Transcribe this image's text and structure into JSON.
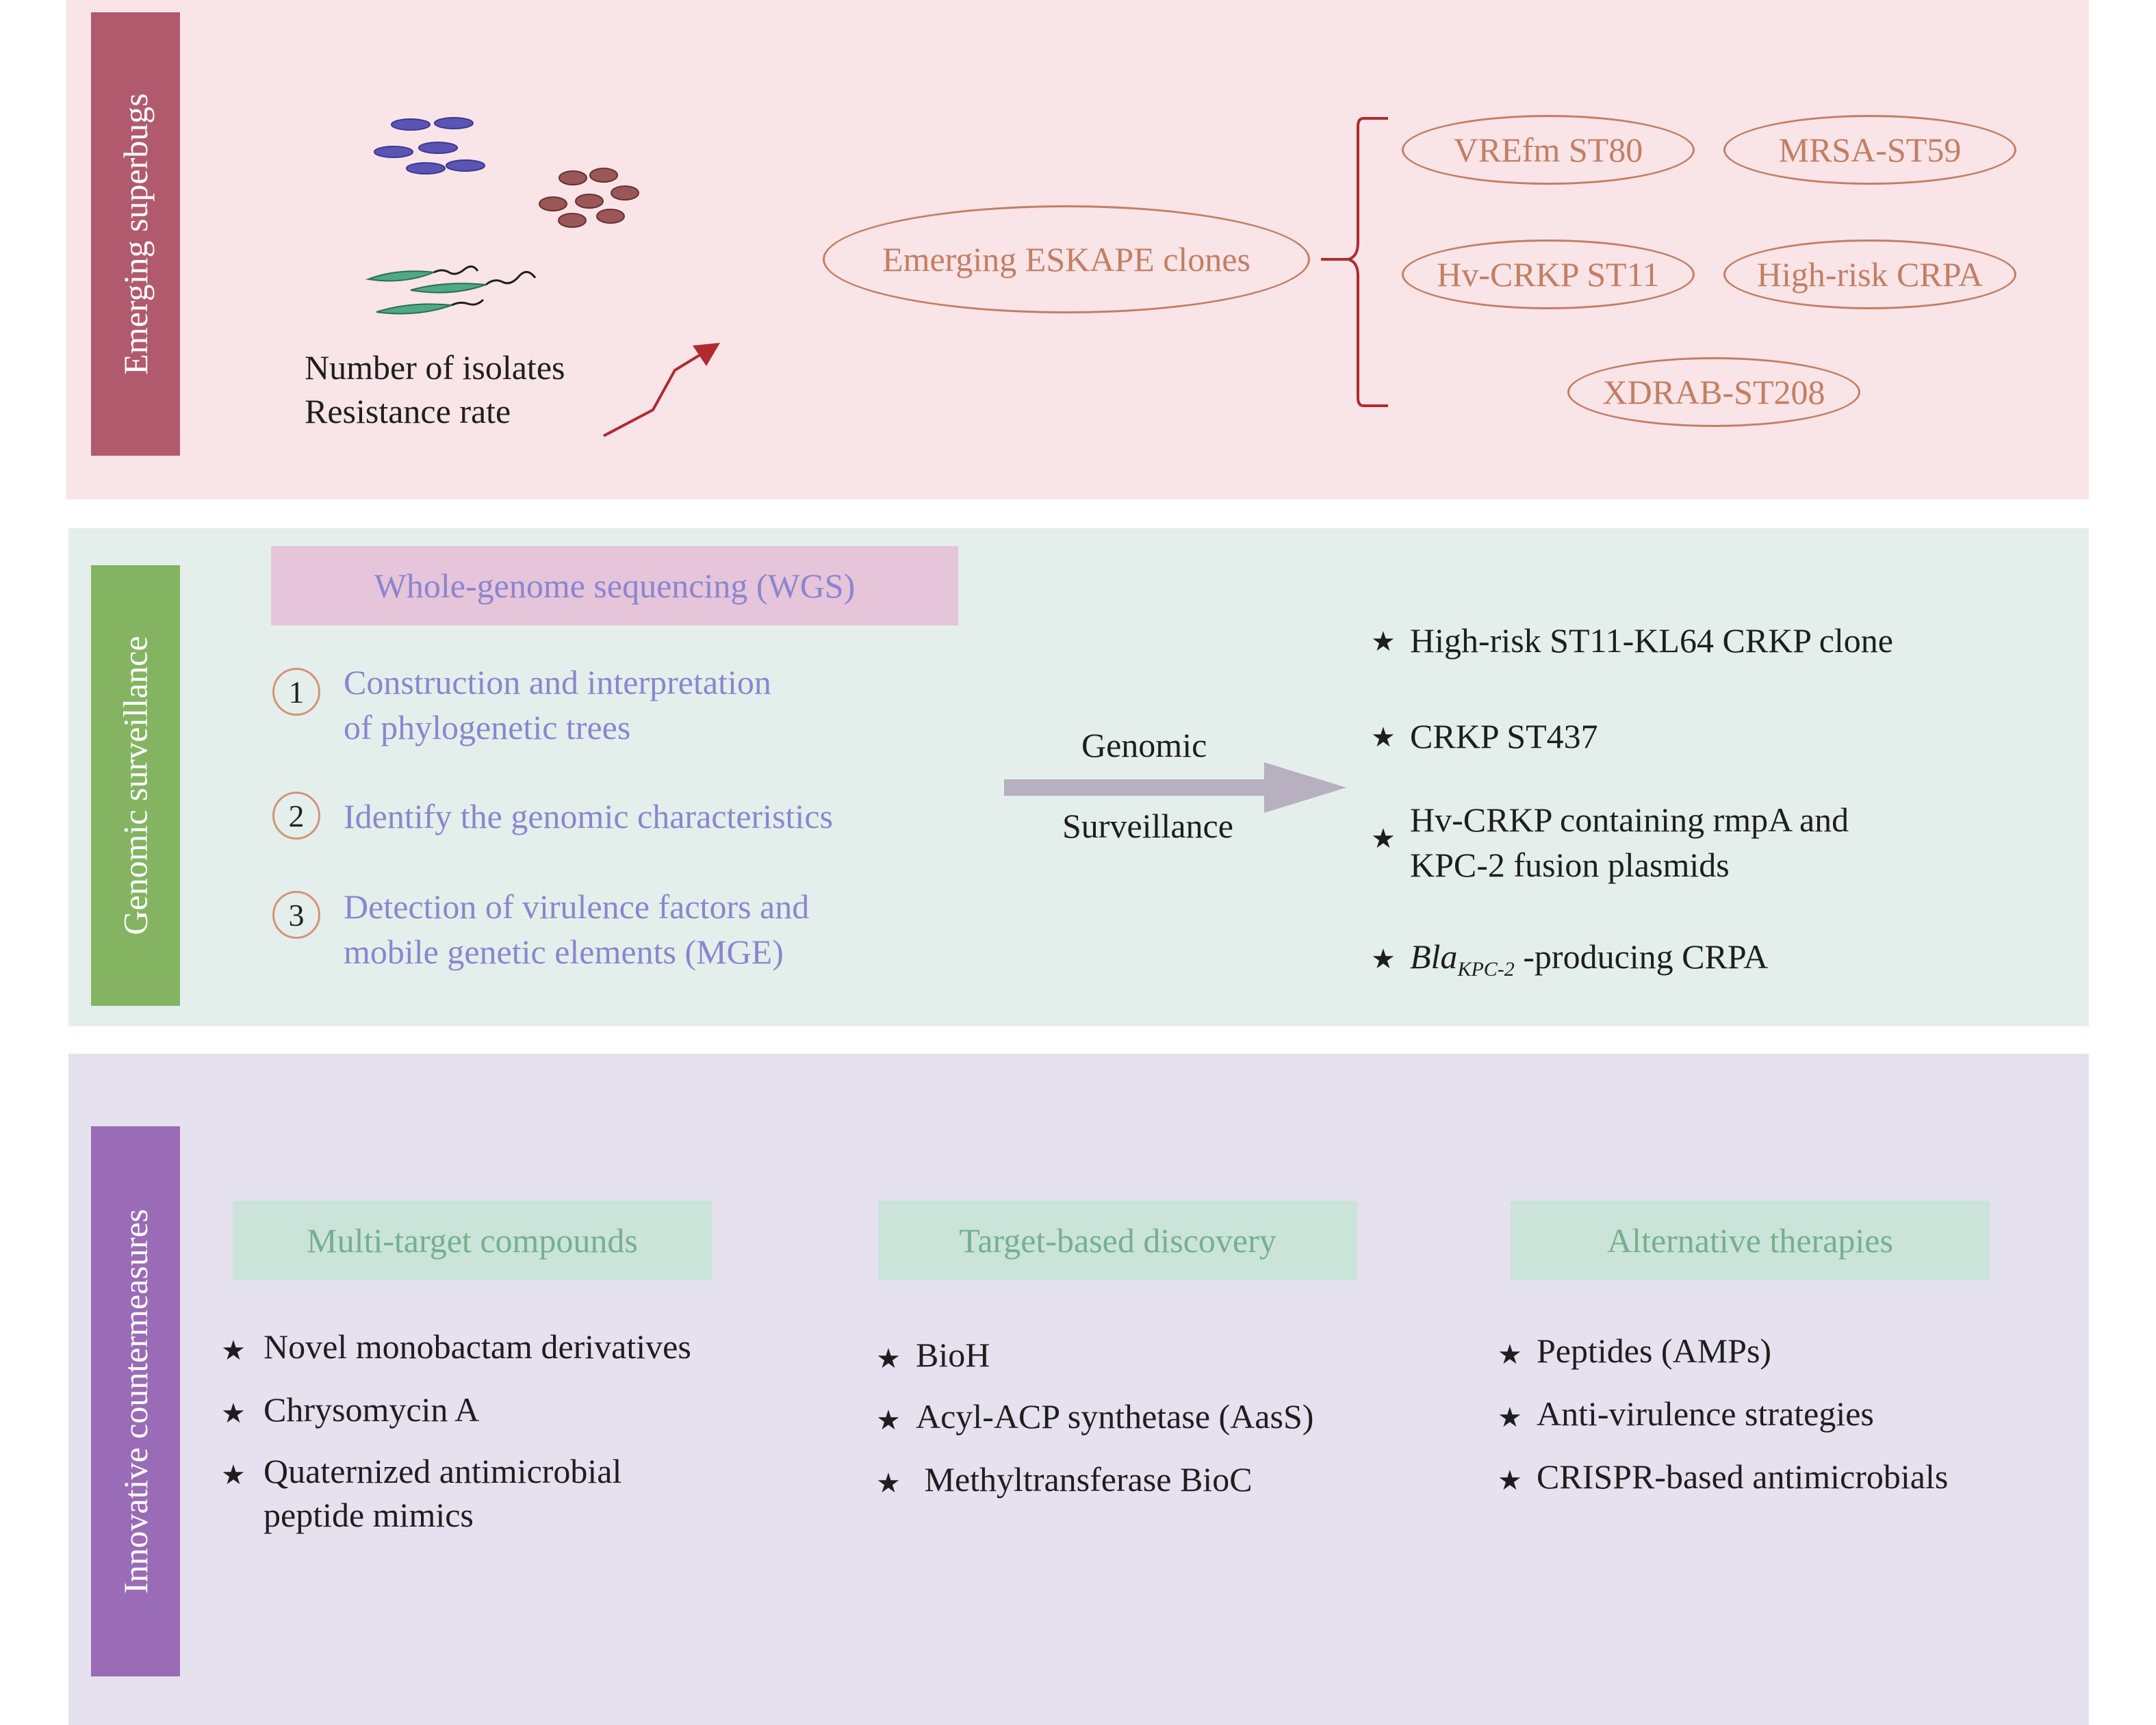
{
  "colors": {
    "panel_pink": "#f9e4e7",
    "panel_green": "#e4efeb",
    "panel_purple": "#e6e1ee",
    "label_pink": "#b15a6e",
    "label_green": "#84b462",
    "label_purple": "#9a6bb7",
    "oval_text": "#c27f64",
    "lavender_text": "#8a86cf",
    "green_text": "#76b08e",
    "header_green_bg": "#cae4da",
    "header_pink_bg": "#e6c4da",
    "arrow_gray": "#b8afc1",
    "trend_red": "#b02b30"
  },
  "section1": {
    "label": "Emerging superbugs",
    "trend_lines": [
      "Number of isolates",
      "Resistance rate"
    ],
    "center_oval": "Emerging ESKAPE clones",
    "clones": [
      "VREfm ST80",
      "MRSA-ST59",
      "Hv-CRKP ST11",
      "High-risk CRPA",
      "XDRAB-ST208"
    ]
  },
  "section2": {
    "label": "Genomic surveillance",
    "header": "Whole-genome sequencing (WGS)",
    "steps": [
      {
        "num": "1",
        "lines": [
          "Construction and interpretation",
          "of phylogenetic trees"
        ]
      },
      {
        "num": "2",
        "lines": [
          "Identify the genomic characteristics"
        ]
      },
      {
        "num": "3",
        "lines": [
          "Detection of virulence factors and",
          "mobile genetic elements (MGE)"
        ]
      }
    ],
    "arrow_label_top": "Genomic",
    "arrow_label_bottom": "Surveillance",
    "findings": [
      {
        "lines": [
          "High-risk ST11-KL64 CRKP clone"
        ]
      },
      {
        "lines": [
          "CRKP ST437"
        ]
      },
      {
        "lines": [
          "Hv-CRKP containing rmpA and",
          "KPC-2 fusion plasmids"
        ]
      }
    ],
    "finding_bla": {
      "italic": "Bla",
      "subscript": "KPC-2",
      "rest": " -producing CRPA"
    }
  },
  "section3": {
    "label": "Innovative countermeasures",
    "columns": [
      {
        "header": "Multi-target compounds",
        "items": [
          [
            "Novel monobactam derivatives"
          ],
          [
            "Chrysomycin A"
          ],
          [
            "Quaternized antimicrobial",
            "peptide mimics"
          ]
        ]
      },
      {
        "header": "Target-based discovery",
        "items": [
          [
            "BioH"
          ],
          [
            "Acyl-ACP synthetase (AasS)"
          ],
          [
            " Methyltransferase BioC"
          ]
        ]
      },
      {
        "header": "Alternative therapies",
        "items": [
          [
            "Peptides (AMPs)"
          ],
          [
            "Anti-virulence strategies"
          ],
          [
            "CRISPR-based antimicrobials"
          ]
        ]
      }
    ],
    "star_glyph": "★"
  }
}
